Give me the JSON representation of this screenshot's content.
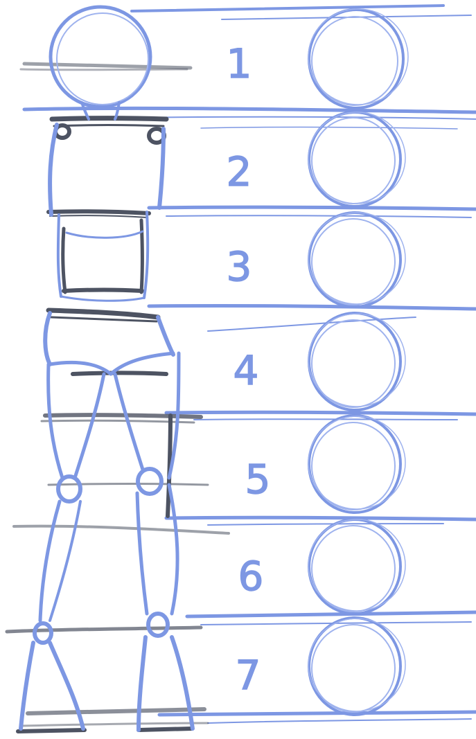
{
  "colors": {
    "blue": "#7d97e3",
    "blue_light": "#9fb3ee",
    "graphite": "#4d5362",
    "background": "#ffffff"
  },
  "sections": [
    {
      "number": "1",
      "part": "head"
    },
    {
      "number": "2",
      "part": "chest"
    },
    {
      "number": "3",
      "part": "waist"
    },
    {
      "number": "4",
      "part": "hips"
    },
    {
      "number": "5",
      "part": "thighs"
    },
    {
      "number": "6",
      "part": "knees-to-shins"
    },
    {
      "number": "7",
      "part": "shins-to-feet"
    }
  ]
}
